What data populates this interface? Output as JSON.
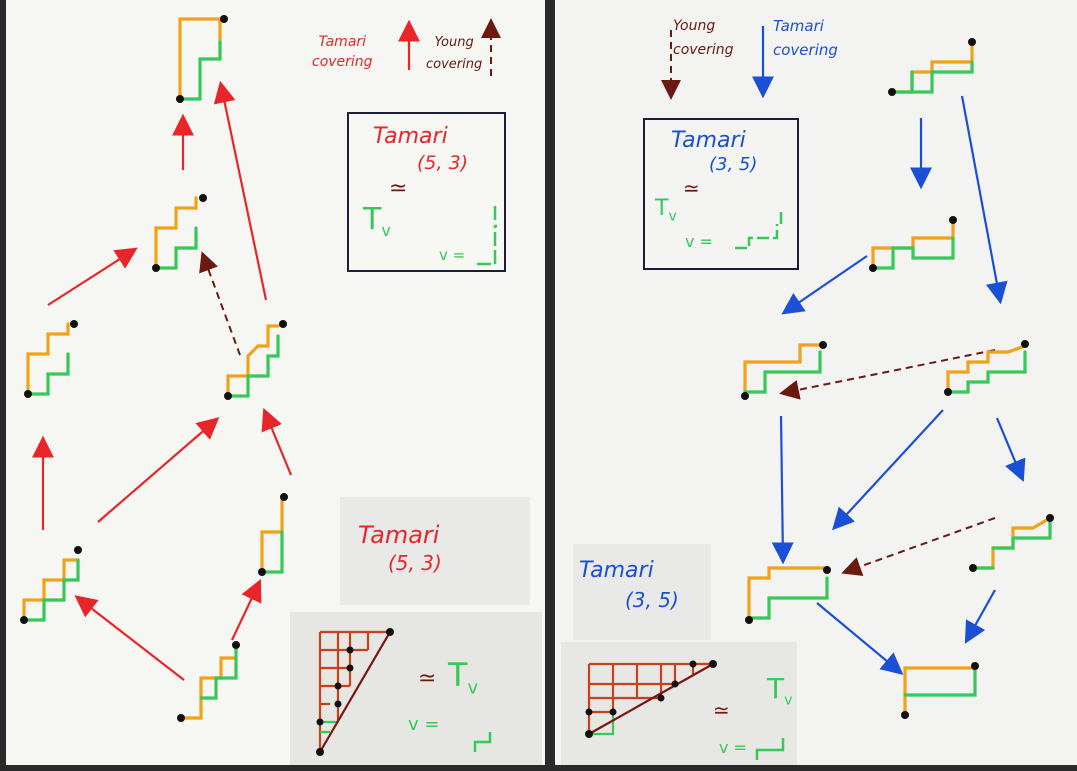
{
  "colors": {
    "tamari_left": "#e8262a",
    "tamari_right": "#1a4fd6",
    "young": "#6b1a12",
    "horizontal_step": "#f2a21a",
    "vertical_step": "#37c85a",
    "grid_red": "#c8401c",
    "grid_green": "#37c85a"
  },
  "left_panel": {
    "legend_tamari": [
      "Tamari",
      "covering"
    ],
    "legend_young": [
      "Young",
      "covering"
    ],
    "box_title": "Tamari",
    "box_params": "(5, 3)",
    "box_iso": "≃",
    "box_tv": "T",
    "box_tv_sub": "v",
    "box_v": "v =",
    "paper_title": "Tamari",
    "paper_params": "(5, 3)",
    "grid_iso": "≃",
    "grid_tv": "T",
    "grid_tv_sub": "v",
    "grid_v": "v ="
  },
  "right_panel": {
    "legend_young": [
      "Young",
      "covering"
    ],
    "legend_tamari": [
      "Tamari",
      "covering"
    ],
    "box_title": "Tamari",
    "box_params": "(3, 5)",
    "box_iso": "≃",
    "box_tv": "T",
    "box_tv_sub": "v",
    "box_v": "v =",
    "paper_title": "Tamari",
    "paper_params": "(3, 5)",
    "grid_iso": "≃",
    "grid_tv": "T",
    "grid_tv_sub": "v",
    "grid_v": "v ="
  }
}
